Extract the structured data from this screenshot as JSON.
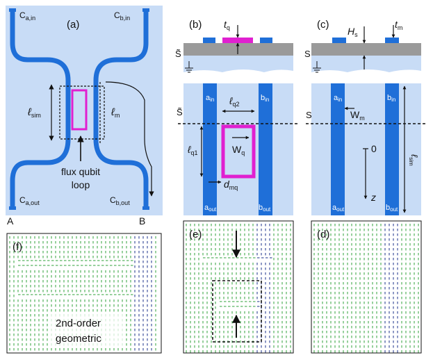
{
  "panels": {
    "a": {
      "tag": "(a)",
      "ports": {
        "a_in": "C",
        "a_in_sub": "a,in",
        "b_in": "C",
        "b_in_sub": "b,in",
        "a_out": "C",
        "a_out_sub": "a,out",
        "b_out": "C",
        "b_out_sub": "b,out"
      },
      "ell_sim": "ℓ",
      "ell_sim_sub": "sim",
      "ell_m": "ℓ",
      "ell_m_sub": "m",
      "label_line1": "flux qubit",
      "label_line2": "loop",
      "corner_A": "A",
      "corner_B": "B"
    },
    "b": {
      "tag": "(b)",
      "t_q": "t",
      "t_q_sub": "q",
      "s_tilde": "S̃",
      "top_left": "a",
      "top_left_sub": "in",
      "top_right": "b",
      "top_right_sub": "in",
      "bottom_left": "a",
      "bottom_left_sub": "out",
      "bottom_right": "b",
      "bottom_right_sub": "out",
      "ell_q1": "ℓ",
      "ell_q1_sub": "q1",
      "ell_q2": "ℓ",
      "ell_q2_sub": "q2",
      "w_q": "W",
      "w_q_sub": "q",
      "d_mq": "d",
      "d_mq_sub": "mq"
    },
    "c": {
      "tag": "(c)",
      "h_s": "H",
      "h_s_sub": "s",
      "t_m": "t",
      "t_m_sub": "m",
      "s_label": "S",
      "top_left": "a",
      "top_left_sub": "in",
      "top_right": "b",
      "top_right_sub": "in",
      "bottom_left": "a",
      "bottom_left_sub": "out",
      "bottom_right": "b",
      "bottom_right_sub": "out",
      "w_m": "W",
      "w_m_sub": "m",
      "zero": "0",
      "z": "z",
      "ell_sim": "ℓ",
      "ell_sim_sub": "sim"
    },
    "d": {
      "tag": "(d)"
    },
    "e": {
      "tag": "(e)"
    },
    "f": {
      "tag": "(f)",
      "label_line1": "2nd-order",
      "label_line2": "geometric"
    }
  },
  "colors": {
    "panel_bg": "#c8dcf6",
    "line_blue": "#1f6fd8",
    "qubit_magenta": "#e020d0",
    "substrate_gray": "#9a9a9a",
    "vector_green": "#2fa23a",
    "vector_navy": "#1a2f8a"
  },
  "icons": [
    "ground-icon",
    "arrow-icon"
  ]
}
